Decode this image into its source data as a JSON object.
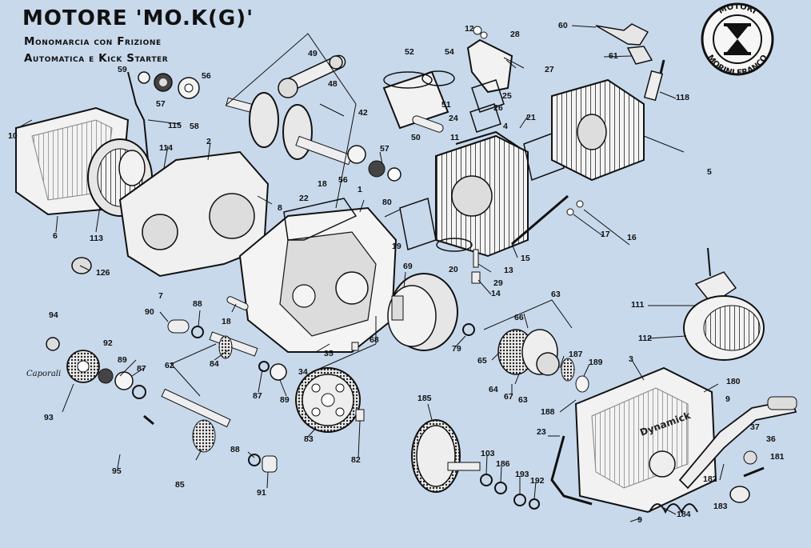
{
  "header": {
    "title": "MOTORE 'MO.K(G)'",
    "subtitle_line1": "Monomarcia con Frizione",
    "subtitle_line2": "Automatica e Kick Starter"
  },
  "logo": {
    "text_top": "MOTORI",
    "text_bottom": "MORINI FRANCO"
  },
  "annotations": {
    "sprocket_mark": "Caporali",
    "cover_brand": "Dynamick"
  },
  "part_numbers": [
    "1",
    "2",
    "3",
    "4",
    "5",
    "6",
    "7",
    "8",
    "9",
    "9",
    "10",
    "11",
    "12",
    "13",
    "14",
    "15",
    "16",
    "17",
    "18",
    "18",
    "19",
    "20",
    "21",
    "22",
    "23",
    "24",
    "25",
    "26",
    "27",
    "28",
    "29",
    "34",
    "35",
    "36",
    "37",
    "42",
    "48",
    "49",
    "50",
    "51",
    "52",
    "54",
    "56",
    "56",
    "57",
    "57",
    "58",
    "59",
    "60",
    "61",
    "62",
    "63",
    "63",
    "64",
    "65",
    "66",
    "67",
    "68",
    "69",
    "79",
    "80",
    "82",
    "83",
    "84",
    "85",
    "87",
    "87",
    "88",
    "88",
    "89",
    "89",
    "90",
    "91",
    "92",
    "93",
    "94",
    "95",
    "103",
    "111",
    "112",
    "113",
    "114",
    "115",
    "118",
    "126",
    "180",
    "181",
    "182",
    "183",
    "184",
    "185",
    "186",
    "187",
    "188",
    "189",
    "192",
    "193"
  ]
}
